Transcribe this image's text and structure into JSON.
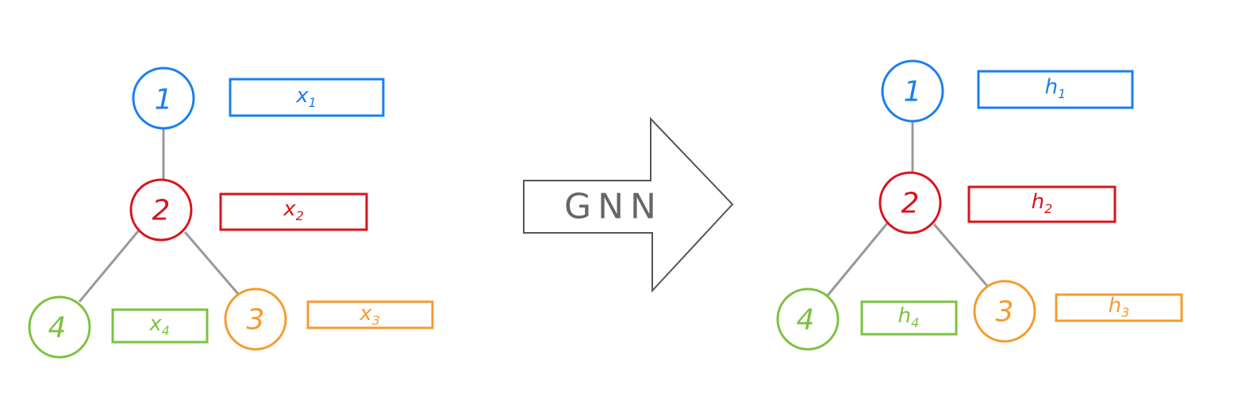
{
  "colors": {
    "node1": "#1a7ff0",
    "node2": "#d9141b",
    "node3": "#f49c2c",
    "node4": "#7cc240",
    "edge": "#999999",
    "arrow": "#555555"
  },
  "left_graph": {
    "nodes": [
      {
        "id": "1",
        "label": "1",
        "color": "node1",
        "feature": "x",
        "feature_sub": "1"
      },
      {
        "id": "2",
        "label": "2",
        "color": "node2",
        "feature": "x",
        "feature_sub": "2"
      },
      {
        "id": "3",
        "label": "3",
        "color": "node3",
        "feature": "x",
        "feature_sub": "3"
      },
      {
        "id": "4",
        "label": "4",
        "color": "node4",
        "feature": "x",
        "feature_sub": "4"
      }
    ],
    "edges": [
      [
        "1",
        "2"
      ],
      [
        "2",
        "4"
      ],
      [
        "2",
        "3"
      ]
    ]
  },
  "arrow": {
    "label": "GNN"
  },
  "right_graph": {
    "nodes": [
      {
        "id": "1",
        "label": "1",
        "color": "node1",
        "feature": "h",
        "feature_sub": "1"
      },
      {
        "id": "2",
        "label": "2",
        "color": "node2",
        "feature": "h",
        "feature_sub": "2"
      },
      {
        "id": "3",
        "label": "3",
        "color": "node3",
        "feature": "h",
        "feature_sub": "3"
      },
      {
        "id": "4",
        "label": "4",
        "color": "node4",
        "feature": "h",
        "feature_sub": "4"
      }
    ],
    "edges": [
      [
        "1",
        "2"
      ],
      [
        "2",
        "4"
      ],
      [
        "2",
        "3"
      ]
    ]
  }
}
